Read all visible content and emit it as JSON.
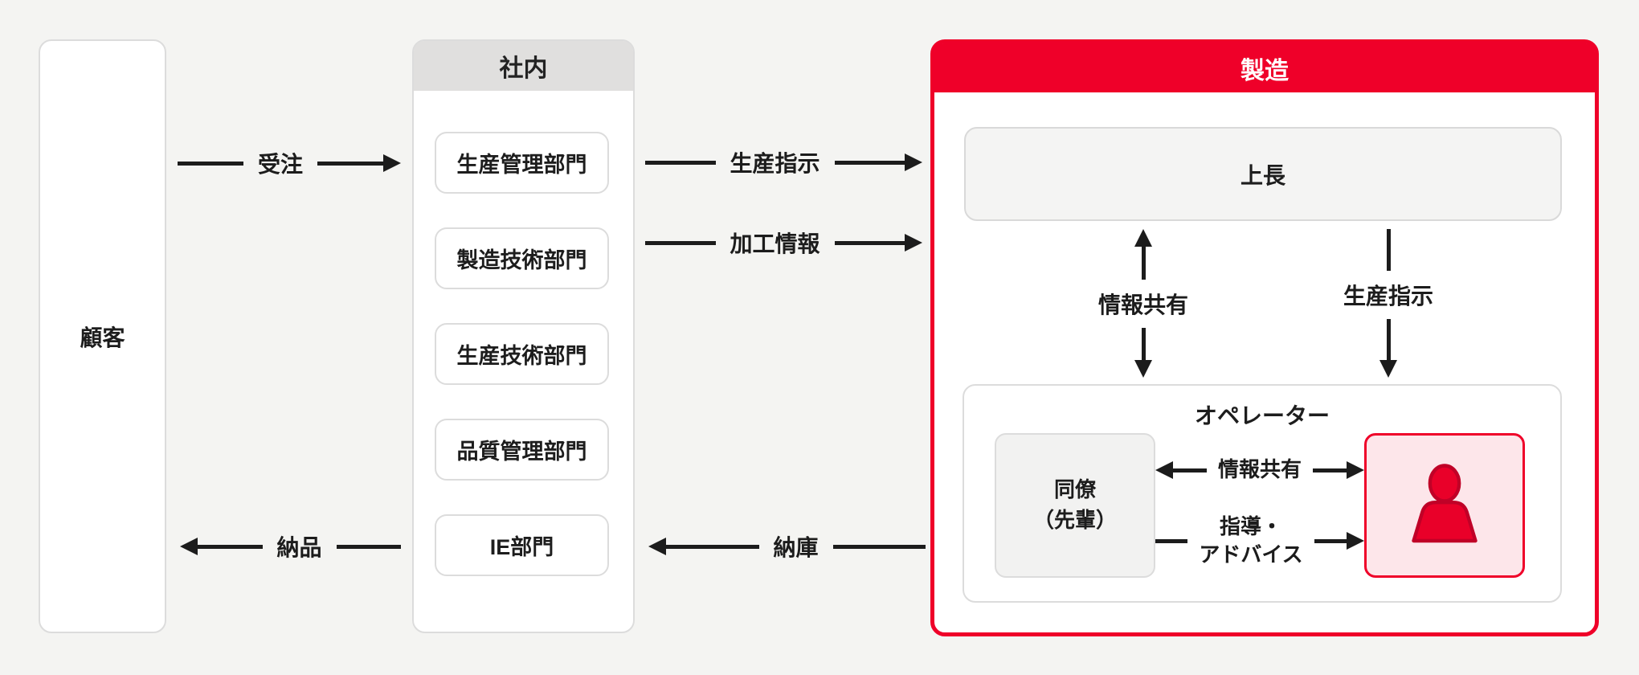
{
  "customer": {
    "label": "顧客"
  },
  "inhouse": {
    "title": "社内",
    "departments": [
      "生産管理部門",
      "製造技術部門",
      "生産技術部門",
      "品質管理部門",
      "IE部門"
    ]
  },
  "manufacturing": {
    "title": "製造",
    "supervisor": "上長",
    "flows": {
      "info_share": "情報共有",
      "production_instruction": "生産指示"
    },
    "operator": {
      "title": "オペレーター",
      "colleague_line1": "同僚",
      "colleague_line2": "（先輩）",
      "person_icon": "person-icon",
      "flows": {
        "info_share": "情報共有",
        "guidance_line1": "指導・",
        "guidance_line2": "アドバイス"
      }
    }
  },
  "flows": {
    "order": "受注",
    "production_instruction": "生産指示",
    "processing_info": "加工情報",
    "delivery": "納品",
    "warehousing": "納庫"
  },
  "colors": {
    "accent_red": "#ef0029",
    "pink_fill": "#fde6ea",
    "header_gray": "#e0dfde",
    "arrow_black": "#1c1c1c",
    "page_bg": "#f4f4f2"
  }
}
